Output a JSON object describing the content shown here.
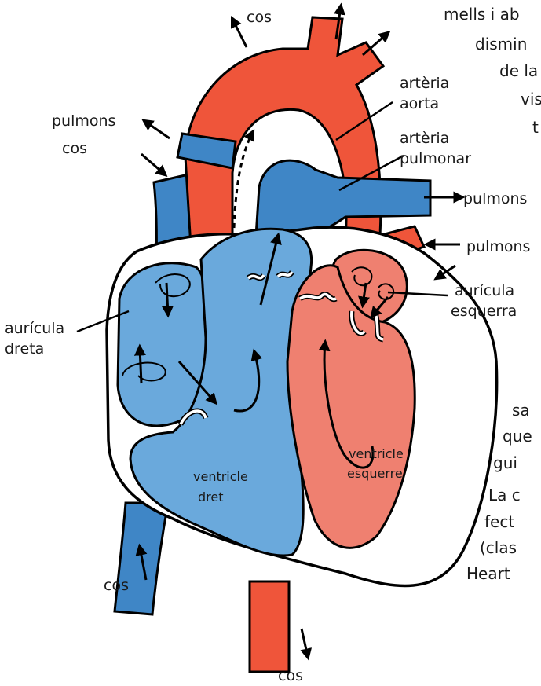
{
  "colors": {
    "oxygenated": "#ef553a",
    "deoxygenated": "#3f86c6",
    "right_chambers": "#6aa9dc",
    "left_chambers": "#ef8070",
    "outline": "#000000"
  },
  "labels": {
    "cos_top": "cos",
    "pulmons_left": "pulmons",
    "cos_left": "cos",
    "arteria_aorta_1": "artèria",
    "arteria_aorta_2": "aorta",
    "arteria_pulmonar_1": "artèria",
    "arteria_pulmonar_2": "pulmonar",
    "pulmons_right_1": "pulmons",
    "pulmons_right_2": "pulmons",
    "auricula_esquerra_1": "aurícula",
    "auricula_esquerra_2": "esquerra",
    "auricula_dreta_1": "aurícula",
    "auricula_dreta_2": "dreta",
    "ventricle_dret_1": "ventricle",
    "ventricle_dret_2": "dret",
    "ventricle_esquerre_1": "ventricle",
    "ventricle_esquerre_2": "esquerre",
    "cos_bottom_left": "cos",
    "cos_bottom": "cos"
  },
  "background_text": [
    "mells i ab",
    "dismin",
    "de la",
    "vis",
    "t",
    "sa",
    "que",
    "gui",
    "La c",
    "fect",
    "(clas",
    "Heart"
  ]
}
